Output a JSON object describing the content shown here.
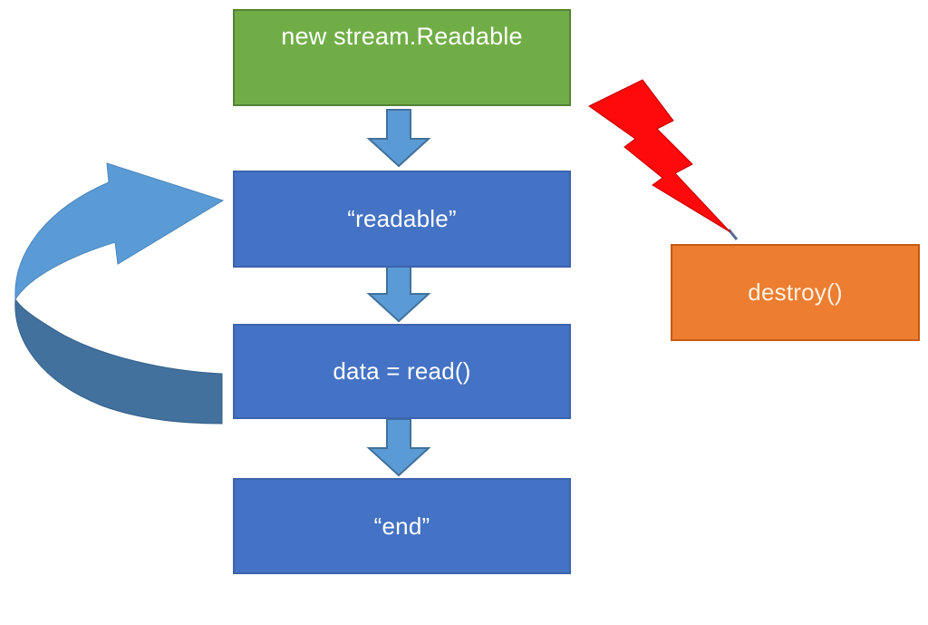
{
  "nodes": {
    "create": {
      "label": "new stream.Readable",
      "fill": "#70AD47",
      "border": "#548235",
      "text_color": "#FFFFFF"
    },
    "readable": {
      "label": "“readable”",
      "fill": "#4472C4",
      "border": "#3B64AD",
      "text_color": "#FFFFFF"
    },
    "read": {
      "label": "data = read()",
      "fill": "#4472C4",
      "border": "#3B64AD",
      "text_color": "#FFFFFF"
    },
    "end": {
      "label": "“end”",
      "fill": "#4472C4",
      "border": "#3B64AD",
      "text_color": "#FFFFFF"
    },
    "destroy": {
      "label": "destroy()",
      "fill": "#ED7D31",
      "border": "#C55A11",
      "text_color": "#FCF2E2"
    }
  },
  "icons": {
    "down_arrow": "down-arrow",
    "loop_arrow": "loop-arrow",
    "lightning_bolt": "lightning-bolt"
  },
  "colors": {
    "background": "#FFFFFF",
    "down_arrow_fill": "#5B9BD5",
    "down_arrow_stroke": "#41719C",
    "loop_arrow_light": "#5B9BD5",
    "loop_arrow_dark": "#41719C",
    "bolt_fill": "#FF0A0A",
    "bolt_stroke": "#C00000"
  }
}
